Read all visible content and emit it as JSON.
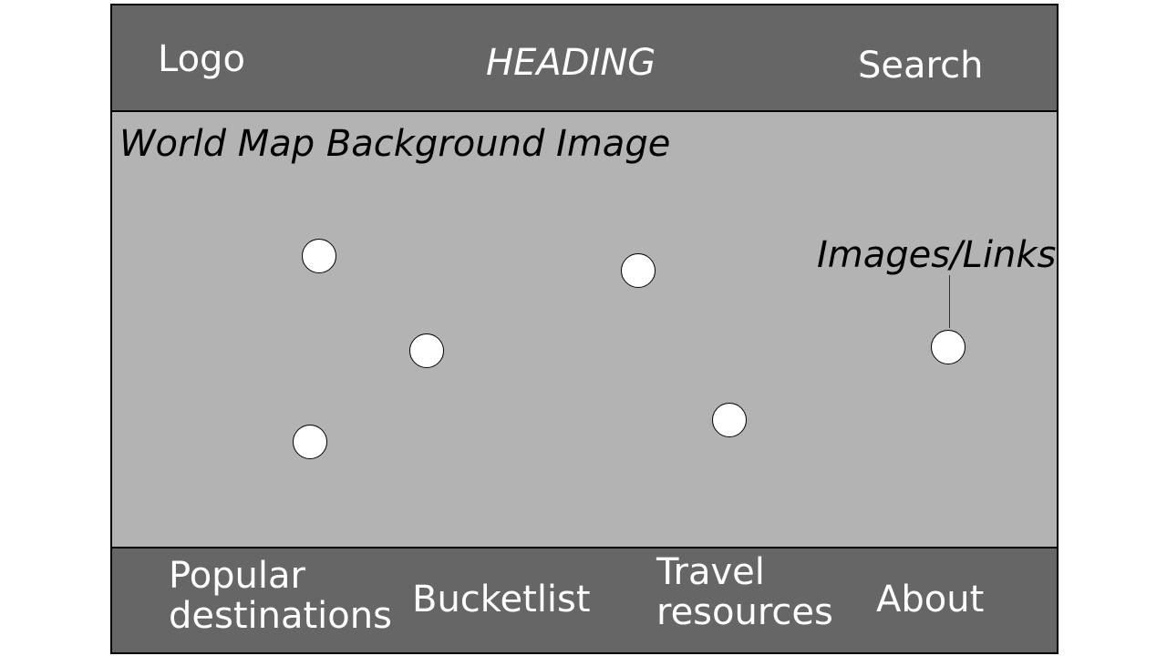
{
  "header": {
    "logo": "Logo",
    "heading": "HEADING",
    "search": "Search"
  },
  "map": {
    "background_label": "World Map Background Image",
    "annotation": "Images/Links",
    "pins": [
      "pin",
      "pin",
      "pin",
      "pin",
      "pin",
      "pin"
    ]
  },
  "footer": {
    "nav": [
      {
        "line1": "Popular",
        "line2": "destinations"
      },
      {
        "line1": "Bucketlist"
      },
      {
        "line1": "Travel",
        "line2": "resources"
      },
      {
        "line1": "About"
      }
    ]
  }
}
